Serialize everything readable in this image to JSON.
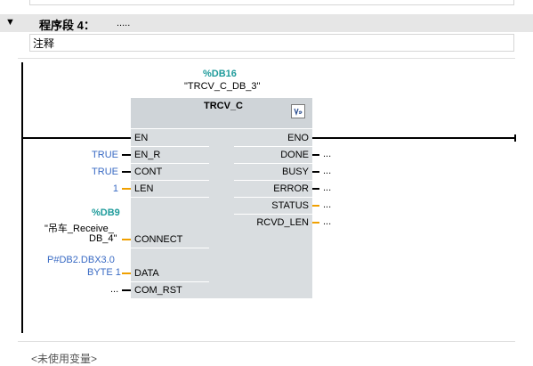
{
  "segment": {
    "toggle": "▼",
    "title": "程序段 4：",
    "description": ".....",
    "comment": "注释"
  },
  "block": {
    "instance_address": "%DB16",
    "instance_name": "\"TRCV_C_DB_3\"",
    "type": "TRCV_C",
    "icon": "block-help-icon"
  },
  "inputs": {
    "en": "EN",
    "en_r": {
      "label": "EN_R",
      "value": "TRUE"
    },
    "cont": {
      "label": "CONT",
      "value": "TRUE"
    },
    "len": {
      "label": "LEN",
      "value": "1"
    },
    "connect": {
      "label": "CONNECT",
      "addr": "%DB9",
      "name_line1": "\"吊车_Receive_",
      "name_line2": "DB_4\""
    },
    "data": {
      "label": "DATA",
      "value_line1": "P#DB2.DBX3.0",
      "value_line2": "BYTE 1"
    },
    "com_rst": {
      "label": "COM_RST",
      "value": "..."
    }
  },
  "outputs": {
    "eno": "ENO",
    "done": {
      "label": "DONE",
      "value": "..."
    },
    "busy": {
      "label": "BUSY",
      "value": "..."
    },
    "error": {
      "label": "ERROR",
      "value": "..."
    },
    "status": {
      "label": "STATUS",
      "value": "..."
    },
    "rcvd_len": {
      "label": "RCVD_LEN",
      "value": "..."
    }
  },
  "footer": {
    "unused_vars": "<未使用变量>"
  },
  "colors": {
    "header_bg": "#e6e6e6",
    "block_bg": "#d9dde0",
    "db_teal": "#1f9b9b",
    "value_blue": "#3a6bc4",
    "stub_orange": "#f0a000"
  }
}
